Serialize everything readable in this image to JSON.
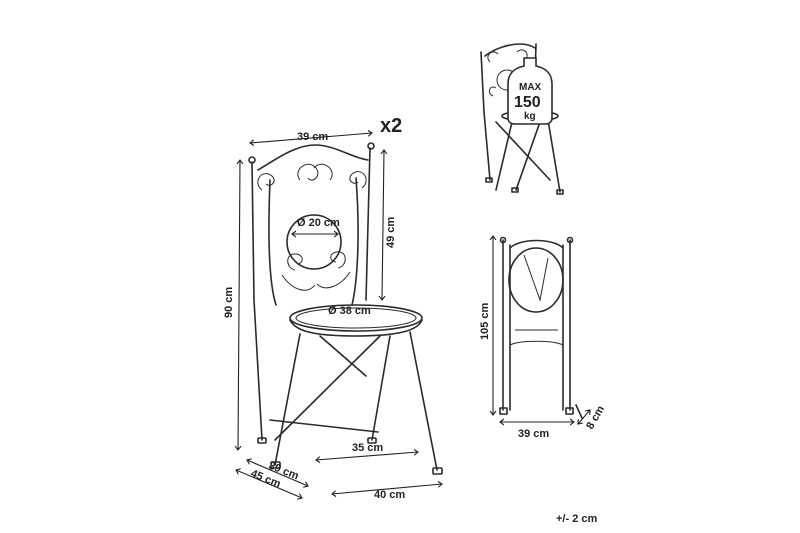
{
  "multiplier": "x2",
  "main_chair": {
    "width_top": "39 cm",
    "back_height": "49 cm",
    "height_total": "90 cm",
    "medallion": "Ø 20 cm",
    "seat_diameter": "Ø 38 cm",
    "leg_spread": "35 cm",
    "depth_inner": "39 cm",
    "depth_outer": "45 cm",
    "width_bottom": "40 cm"
  },
  "load_badge": {
    "top": "MAX",
    "value": "150",
    "unit": "kg"
  },
  "folded_chair": {
    "height": "105 cm",
    "width": "39 cm",
    "depth": "8 cm"
  },
  "tolerance": "+/- 2 cm"
}
